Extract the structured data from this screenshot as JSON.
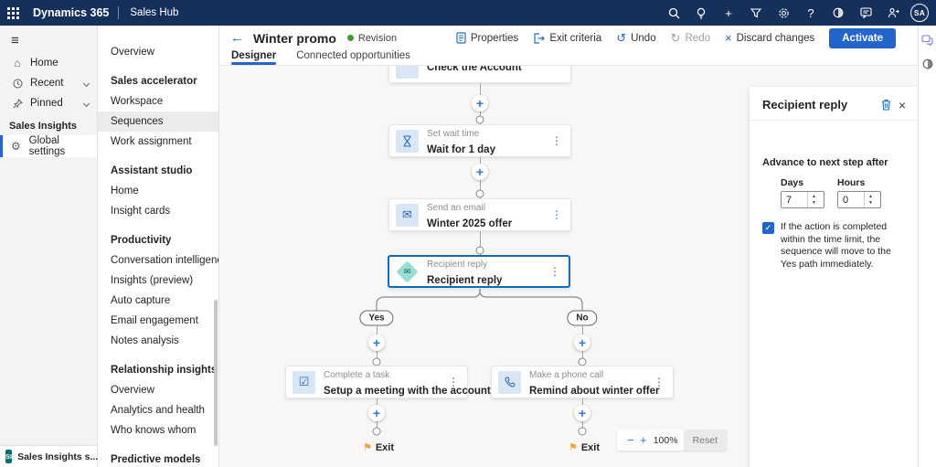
{
  "topbar": {
    "brand": "Dynamics 365",
    "app": "Sales Hub",
    "avatar": "SA"
  },
  "left_rail": {
    "items": [
      {
        "label": "Home"
      },
      {
        "label": "Recent"
      },
      {
        "label": "Pinned"
      }
    ],
    "group_label": "Sales Insights",
    "selected_item": "Global settings",
    "app_switcher": {
      "abbr": "SI",
      "label": "Sales Insights s..."
    }
  },
  "sidebar": {
    "items": [
      {
        "label": "Overview",
        "type": "item"
      },
      {
        "label": "Sales accelerator",
        "type": "header"
      },
      {
        "label": "Workspace",
        "type": "item"
      },
      {
        "label": "Sequences",
        "type": "item",
        "selected": true
      },
      {
        "label": "Work assignment",
        "type": "item"
      },
      {
        "label": "Assistant studio",
        "type": "header"
      },
      {
        "label": "Home",
        "type": "item"
      },
      {
        "label": "Insight cards",
        "type": "item"
      },
      {
        "label": "Productivity",
        "type": "header"
      },
      {
        "label": "Conversation intelligence",
        "type": "item"
      },
      {
        "label": "Insights (preview)",
        "type": "item"
      },
      {
        "label": "Auto capture",
        "type": "item"
      },
      {
        "label": "Email engagement",
        "type": "item"
      },
      {
        "label": "Notes analysis",
        "type": "item"
      },
      {
        "label": "Relationship insights",
        "type": "header"
      },
      {
        "label": "Overview",
        "type": "item"
      },
      {
        "label": "Analytics and health",
        "type": "item"
      },
      {
        "label": "Who knows whom",
        "type": "item"
      },
      {
        "label": "Predictive models",
        "type": "header"
      }
    ]
  },
  "header": {
    "title": "Winter promo",
    "status": "Revision",
    "actions": {
      "properties": "Properties",
      "exit_criteria": "Exit criteria",
      "undo": "Undo",
      "redo": "Redo",
      "discard": "Discard changes",
      "activate": "Activate"
    }
  },
  "tabs": [
    {
      "label": "Designer",
      "active": true
    },
    {
      "label": "Connected opportunities",
      "active": false
    }
  ],
  "flow": {
    "check_account": {
      "title": "Check the Account"
    },
    "wait": {
      "type": "Set wait time",
      "title": "Wait for 1 day"
    },
    "email": {
      "type": "Send an email",
      "title": "Winter 2025 offer"
    },
    "condition": {
      "type": "Recipient reply",
      "title": "Recipient reply",
      "selected": true
    },
    "branch_yes": "Yes",
    "branch_no": "No",
    "task": {
      "type": "Complete a task",
      "title": "Setup a meeting with the account"
    },
    "call": {
      "type": "Make a phone call",
      "title": "Remind about winter offer"
    },
    "exit_label": "Exit"
  },
  "zoom_controls": {
    "level": "100%",
    "reset": "Reset"
  },
  "panel": {
    "title": "Recipient reply",
    "section": "Advance to next step after",
    "days": {
      "label": "Days",
      "value": "7"
    },
    "hours": {
      "label": "Hours",
      "value": "0"
    },
    "checkbox_checked": true,
    "checkbox_text": "If the action is completed within the time limit, the sequence will move to the Yes path immediately."
  },
  "colors": {
    "topbar": "#16305c",
    "accent": "#2266cb",
    "selected_card_border": "#0f6cbd",
    "status_dot": "#3f9c35",
    "exit_flag": "#f2a233",
    "node_icon_bg": "#d8e6f6",
    "condition_icon": "#9bdcd4"
  }
}
